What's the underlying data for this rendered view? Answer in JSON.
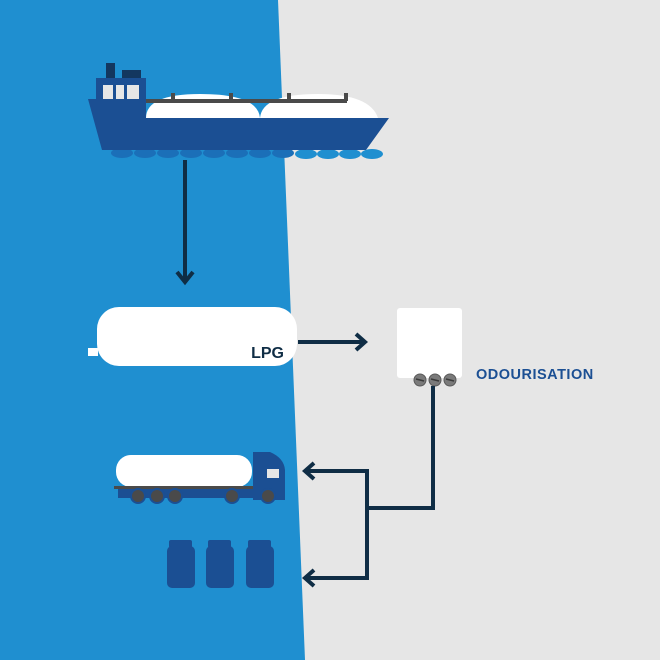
{
  "colors": {
    "left_background": "#1f8fd0",
    "right_background": "#e6e6e6",
    "ship_blue": "#1b4f93",
    "arrow_navy": "#0f2d45",
    "tank_white": "#ffffff",
    "bolt_grey": "#7a7a7a"
  },
  "diagram": {
    "nodes": [
      {
        "id": "ship",
        "icon": "lpg-carrier-ship-icon"
      },
      {
        "id": "storage-tank",
        "label": "LPG",
        "icon": "storage-tank-icon"
      },
      {
        "id": "odouriser",
        "label": "ODOURISATION",
        "icon": "odouriser-box-icon"
      },
      {
        "id": "road-tanker",
        "icon": "tanker-truck-icon"
      },
      {
        "id": "cylinders",
        "icon": "gas-cylinder-icon"
      }
    ],
    "edges": [
      {
        "from": "ship",
        "to": "storage-tank"
      },
      {
        "from": "storage-tank",
        "to": "odouriser"
      },
      {
        "from": "odouriser",
        "to": "road-tanker"
      },
      {
        "from": "odouriser",
        "to": "cylinders"
      }
    ]
  }
}
